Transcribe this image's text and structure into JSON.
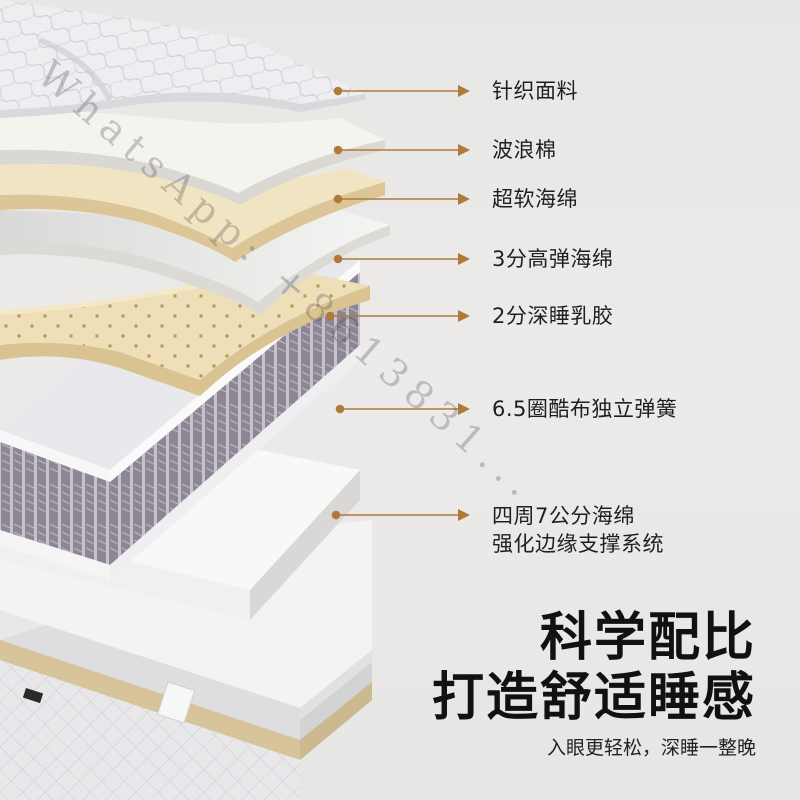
{
  "layers": [
    {
      "label": "针织面料"
    },
    {
      "label": "波浪棉"
    },
    {
      "label": "超软海绵"
    },
    {
      "label": "3分高弹海绵"
    },
    {
      "label": "2分深睡乳胶"
    },
    {
      "label": "6.5圈酷布独立弹簧"
    },
    {
      "label": "四周7公分海绵",
      "label2": "强化边缘支撑系统"
    }
  ],
  "headline": {
    "line1": "科学配比",
    "line2": "打造舒适睡感",
    "subtitle": "入眼更轻松，深睡一整晚"
  },
  "watermark": "WhatsApp: +8613831...",
  "colors": {
    "arrow": "#b07a3a",
    "text": "#1f1f1f",
    "latex": "#efdfb8",
    "memory_foam": "#f1e4c2"
  }
}
